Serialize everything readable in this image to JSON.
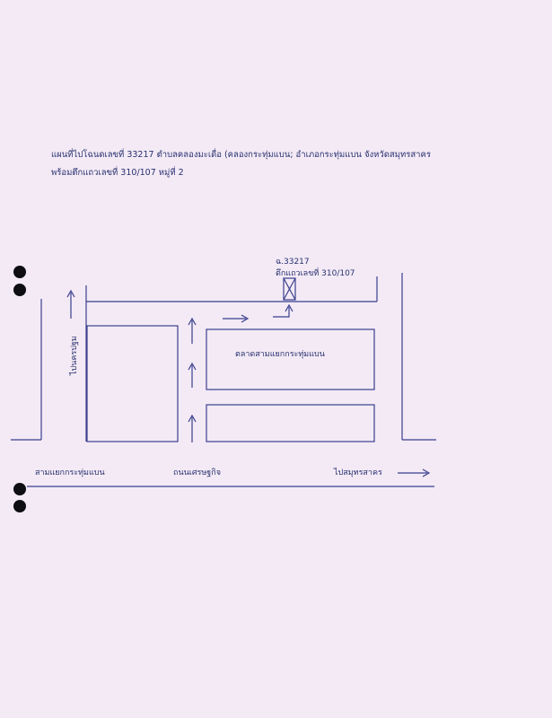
{
  "title": {
    "line1": "แผนที่ไปโฉนดเลขที่ 33217 ตำบลคลองมะเดื่อ (คลองกระทุ่มแบน; อำเภอกระทุ่มแบน จังหวัดสมุทรสาคร",
    "line2": "พร้อมตึกแถวเลขที่ 310/107 หมู่ที่ 2"
  },
  "map": {
    "plot_label": "ฉ.33217",
    "building_label": "ตึกแถวเลขที่ 310/107",
    "market_label": "ตลาดสามแยกกระทุ่มแบน",
    "road_pathum": "ไปนครปฐม",
    "junction_label": "สามแยกกระทุ่มแบน",
    "road_name": "ถนนเศรษฐกิจ",
    "to_samut": "ไปสมุทรสาคร"
  },
  "colors": {
    "ink": "#3a3f8f",
    "paper": "#f3eaf5",
    "holes": "#0d0d12"
  }
}
